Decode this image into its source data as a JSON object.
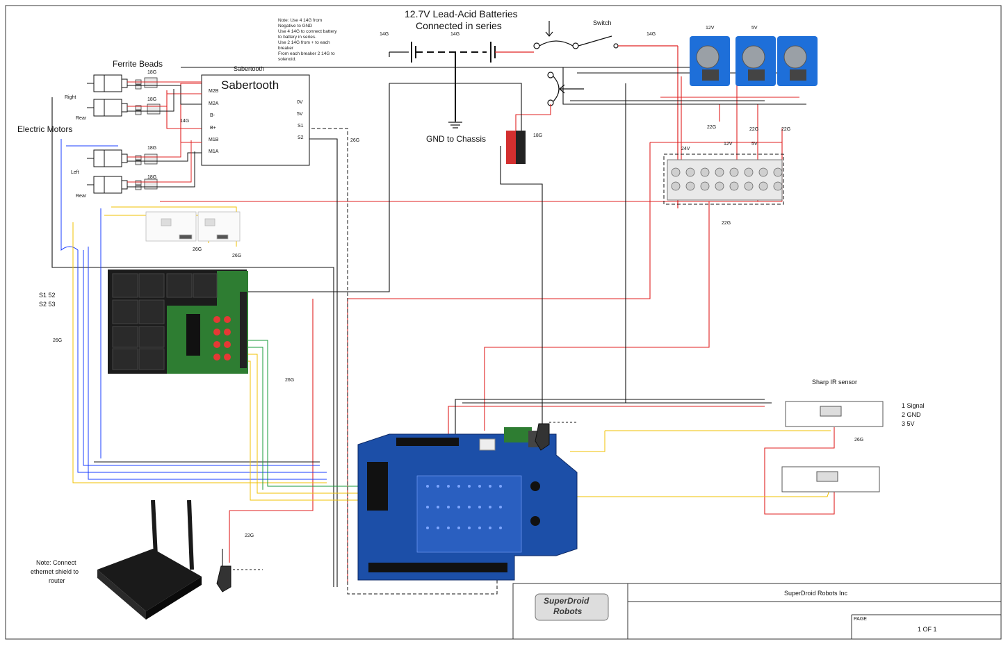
{
  "title": {
    "batteries_line1": "12.7V Lead-Acid Batteries",
    "batteries_line2": "Connected in series"
  },
  "battery_note": [
    "Note: Use 4 14G from",
    "Negative to GND",
    "Use 4 14G to connect battery",
    "to battery in series.",
    "Use 2 14G from + to each",
    "breaker",
    "From each breaker 2 14G to",
    "solenoid."
  ],
  "labels": {
    "switch": "Switch",
    "gnd_chassis": "GND to Chassis",
    "sabertooth_small": "Sabertooth",
    "sabertooth_big": "Sabertooth",
    "ferrite_beads": "Ferrite Beads",
    "electric_motors": "Electric Motors",
    "right": "Right",
    "rear1": "Rear",
    "left": "Left",
    "rear2": "Rear",
    "s1": "S1 52",
    "s2": "S2 53",
    "sharp_ir": "Sharp IR sensor",
    "router_note_1": "Note: Connect",
    "router_note_2": "ethernet shield to",
    "router_note_3": "router"
  },
  "sabertooth_pins_left": [
    "M2B",
    "M2A",
    "B-",
    "B+",
    "M1B",
    "M1A"
  ],
  "sabertooth_pins_right": [
    "0V",
    "5V",
    "S1",
    "S2"
  ],
  "sensor_pins": [
    "1 Signal",
    "2 GND",
    "3 5V"
  ],
  "regulators": [
    "12V",
    "5V",
    ""
  ],
  "terminal_labels": [
    "24V",
    "12V",
    "5V"
  ],
  "gauges": {
    "g14a": "14G",
    "g14b": "14G",
    "g14c": "14G",
    "g14d": "14G",
    "g18a": "18G",
    "g18b": "18G",
    "g18c": "18G",
    "g18d": "18G",
    "g18e": "18G",
    "g22a": "22G",
    "g22b": "22G",
    "g22c": "22G",
    "g22d": "22G",
    "g22e": "22G",
    "g26a": "26G",
    "g26b": "26G",
    "g26c": "26G",
    "g26d": "26G",
    "g26e": "26G",
    "g26f": "26G"
  },
  "title_block": {
    "company": "SuperDroid Robots Inc",
    "logo_line1": "SuperDroid",
    "logo_line2": "Robots",
    "page_label": "PAGE",
    "page_value": "1 OF 1"
  },
  "colors": {
    "red": "#e02020",
    "black": "#111111",
    "blue": "#1a3cff",
    "yellow": "#f0c000",
    "green": "#169a3a",
    "board_blue": "#1c4fa8"
  }
}
